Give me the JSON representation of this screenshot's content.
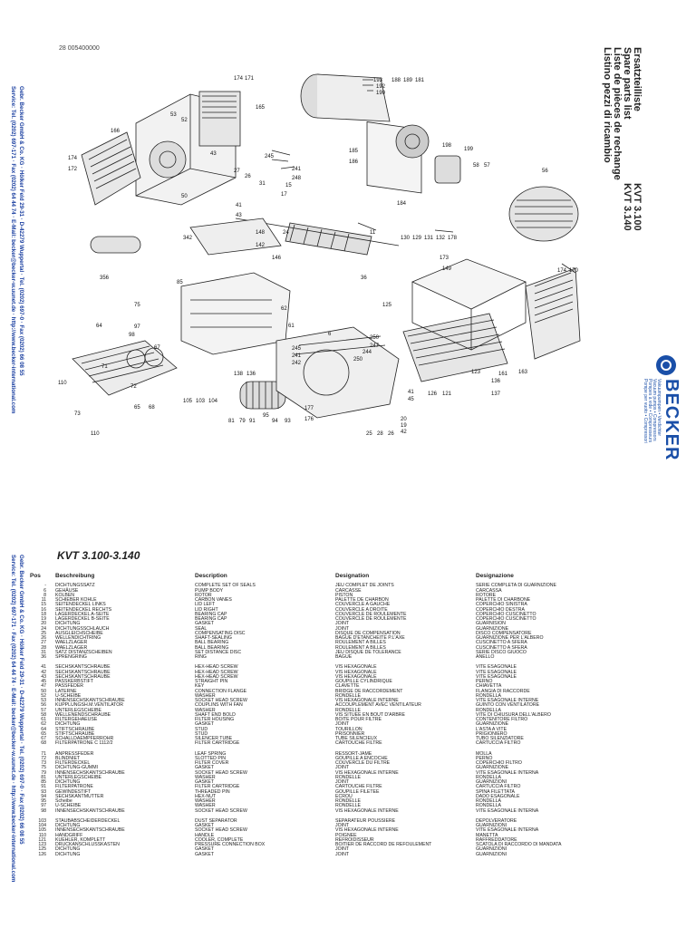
{
  "doc_id": "28 005400000",
  "titles": [
    {
      "lang": "Ersatzteilliste",
      "model": "KVT 3.100"
    },
    {
      "lang": "Spare parts list",
      "model": "KVT 3.140"
    },
    {
      "lang": "Liste de pièces de rechange",
      "model": ""
    },
    {
      "lang": "Listino pezzi di ricambio",
      "model": ""
    }
  ],
  "brand": {
    "name": "BECKER",
    "color": "#1a4fa8",
    "taglines": [
      "Vakuumpumpen • Verdichter",
      "Vacuum pumps • Compressors",
      "Pompes à vide • Compresseurs",
      "Pompe per vuoto • Compressori"
    ]
  },
  "address": {
    "line1": "Gebr. Becker GmbH & Co. KG · Hölker Feld 29-31 · D-42279 Wuppertal · Tel. (0202) 697-0 · Fax (0202) 66 08 55",
    "line2": "Service: Tel. (0202) 697-171 · Fax (0202) 64 44 74 · E-Mail: becker@becker-w.uunet.de · http://www.becker-international.com"
  },
  "drawing_labels": [
    "174",
    "171",
    "165",
    "53",
    "52",
    "166",
    "174",
    "172",
    "50",
    "43",
    "27",
    "26",
    "31",
    "15",
    "17",
    "245",
    "241",
    "248",
    "193",
    "192",
    "190",
    "188",
    "189",
    "181",
    "185",
    "186",
    "198",
    "199",
    "58",
    "57",
    "56",
    "184",
    "41",
    "43",
    "148",
    "142",
    "342",
    "356",
    "146",
    "11",
    "24",
    "130",
    "129",
    "131",
    "132",
    "178",
    "173",
    "149",
    "174",
    "170",
    "75",
    "85",
    "61",
    "62",
    "64",
    "98",
    "97",
    "67",
    "71",
    "72",
    "110",
    "73",
    "110",
    "65",
    "68",
    "105",
    "103",
    "104",
    "138",
    "136",
    "81",
    "79",
    "91",
    "95",
    "94",
    "93",
    "6",
    "250",
    "247",
    "244",
    "250",
    "245",
    "241",
    "242",
    "177",
    "176",
    "41",
    "45",
    "125",
    "126",
    "121",
    "123",
    "161",
    "163",
    "136",
    "137",
    "20",
    "19",
    "42",
    "25",
    "28",
    "26",
    "36"
  ],
  "section_title": "KVT 3.100-3.140",
  "table": {
    "headers": {
      "pos": "Pos",
      "de": "Beschreibung",
      "en": "Description",
      "fr": "Designation",
      "it": "Designazione"
    },
    "groups": [
      [
        [
          "-",
          "DICHTUNGSSATZ",
          "COMPLETE SET OF SEALS",
          "JEU COMPLET DE JOINTS",
          "SERIE COMPLETA DI GUARNIZIONE"
        ],
        [
          "6",
          "GEHÄUSE",
          "PUMP BODY",
          "CARCASSE",
          "CARCASSA"
        ],
        [
          "8",
          "KOLBEN",
          "ROTOR",
          "PISTON",
          "ROTORE"
        ],
        [
          "11",
          "SCHIEBER KOHLE",
          "CARBON VANES",
          "PALETTE DE CHARBON",
          "PALETTE DI CHARBONE"
        ],
        [
          "15",
          "SEITENDECKEL LINKS",
          "LID LEFT",
          "COUVERCLE A GAUCHE",
          "COPERCHIO SINISTRA"
        ],
        [
          "16",
          "SEITENDECKEL RECHTS",
          "LID RIGHT",
          "COUVERCLE A DROITE",
          "COPERCHIO DESTRA"
        ],
        [
          "18",
          "LAGERDECKEL A-SEITE",
          "BEARING CAP",
          "COUVERCLE DE ROULEMENTE",
          "COPERCHIO CUSCINETTO"
        ],
        [
          "19",
          "LAGERDECKEL B-SEITE",
          "BEARING CAP",
          "COUVERCLE DE ROULEMENTE",
          "COPERCHIO CUSCINETTO"
        ],
        [
          "20",
          "DICHTUNG",
          "GASKET",
          "JOINT",
          "GUARNISION"
        ],
        [
          "24",
          "DICHTUNGSSCHLAUCH",
          "SEAL",
          "JOINT",
          "GUARNIZIONE"
        ],
        [
          "25",
          "AUSGLEICHSCHEIBE",
          "COMPENSATING DISC",
          "DISQUE DE COMPENSATION",
          "DISCO COMPENSATORE"
        ],
        [
          "26",
          "WELLENDICHTRING",
          "SHAFT-SEALING",
          "BAGUE D'ETANCHEITE P.L'AXE",
          "GUARNIZIONE PER L'ALBERO"
        ],
        [
          "27",
          "WAELZLAGER",
          "BALL BEARING",
          "ROULEMENT A BILLES",
          "CUSCINETTO A SFERA"
        ],
        [
          "28",
          "WAELZLAGER",
          "BALL BEARING",
          "ROULEMENT A BILLES",
          "CUSCINETTO A SFERA"
        ],
        [
          "31",
          "SATZ DISTANZSCHEIBEN",
          "SET DISTANCE DISC",
          "JEU DISQUE DE TOLERANCE",
          "SERIE DISCO GIUOCO"
        ],
        [
          "36",
          "SPRENGRING",
          "RING",
          "BAGUE",
          "ANELLO"
        ]
      ],
      [
        [
          "41",
          "SECHSKANTSCHRAUBE",
          "HEX-HEAD SCREW",
          "VIS HEXAGONALE",
          "VITE ESAGONALE"
        ],
        [
          "42",
          "SECHSKANTSCHRAUBE",
          "HEX-HEAD SCREW",
          "VIS HEXAGONALE",
          "VITE ESAGONALE"
        ],
        [
          "43",
          "SECHSKANTSCHRAUBE",
          "HEX-HEAD SCREW",
          "VIS HEXAGONALE",
          "VITE ESAGONALE"
        ],
        [
          "45",
          "PASSKERBSTIFT",
          "STRAIGHT PIN",
          "GOUPILLE CYLINDRIQUE",
          "PERNO"
        ],
        [
          "47",
          "PASSFEDER",
          "KEY",
          "CLAVETTE",
          "CHIAVETTA"
        ],
        [
          "50",
          "LATERNE",
          "CONNECTION FLANGE",
          "BRIDGE DE RACCORDEMENT",
          "FLANGIA DI RACCORDE"
        ],
        [
          "52",
          "U-SCHEIBE",
          "WASHER",
          "RONDELLE",
          "RONDELLA"
        ],
        [
          "53",
          "INNENSECHSKANTSCHRAUBE",
          "SOCKET HEAD SCREW",
          "VIS HEXAGONALE INTERNE",
          "VITE ESAGONALE INTERNE"
        ],
        [
          "56",
          "KUPPLUNGSH.M.VENTILATOR",
          "COUPLINS WITH FAN",
          "ACCOUPLEMENT AVEC VENTILATEUR",
          "GUINTO CON VENTILATORE"
        ],
        [
          "57",
          "UNTERLEGSCHEIBE",
          "WASHER",
          "RONDELLE",
          "RONDELLA"
        ],
        [
          "58",
          "WELLENENDSCHRAUBE",
          "SHAFT END BOLD",
          "VIS SITUEE EN BOUT D'ARBRE",
          "VITE DI CHIUSURA DELL'ALBERO"
        ],
        [
          "61",
          "FILTERGEHAEUSE",
          "FILTER HOUSING",
          "BOITE POUR FILTRE",
          "CONTENITORE FILTRO"
        ],
        [
          "62",
          "DICHTUNG",
          "GASKET",
          "JOINT",
          "GUARNIZIONE"
        ],
        [
          "64",
          "STIFTSCHRAUBE",
          "STUD",
          "TOURILLON",
          "L'ASTA A VITE"
        ],
        [
          "65",
          "STIFTSCHRAUBE",
          "STUD",
          "PRISONNIER",
          "PRIGIONIERO"
        ],
        [
          "67",
          "SCHALLDAEMPFERROHR",
          "SILENCER TUBE",
          "TUBE SILENCIEUX",
          "TUBO SILENZIATORE"
        ],
        [
          "68",
          "FILTERPATRONE C 1112/2",
          "FILTER CARTRIDGE",
          "CARTOUCHE FILTRE",
          "CARTUCCIA FILTRO"
        ]
      ],
      [
        [
          "71",
          "ANPRESSFEDER",
          "LEAF SPRING",
          "RESSORT-JAME",
          "MOLLA"
        ],
        [
          "72",
          "BLINDNIET",
          "SLOTTED PIN",
          "GOUPILLE A ENCOCHE",
          "PERNO"
        ],
        [
          "73",
          "FILTERDECKEL",
          "FILTER COVER",
          "COUVERCLE DU FILTRE",
          "COPERCHIO FILTRO"
        ],
        [
          "75",
          "DICHTUNG-GUMMI",
          "GASKET",
          "JOINT",
          "GUARNIZIONE"
        ],
        [
          "79",
          "INNENSECHSKANTSCHRAUBE",
          "SOCKET HEAD SCREW",
          "VIS HEXAGONALE INTERNE",
          "VITE ESAGONALE INTERNA"
        ],
        [
          "81",
          "UNTERLEGSCHEIBE",
          "WASHER",
          "RONDELLE",
          "RONDELLA"
        ],
        [
          "85",
          "DICHTUNG",
          "GASKET",
          "JOINT",
          "GUARNIZIONI"
        ],
        [
          "91",
          "FILTERPATRONE",
          "FILTER CARTRIDGE",
          "CARTOUCHE FILTRE",
          "CARTUCCIA FILTRO"
        ],
        [
          "93",
          "GEWINDESTIFT",
          "THREADED PIN",
          "GOUPILLE FILETEE",
          "SPINA FILETTATA"
        ],
        [
          "94",
          "SECHSKANTMUTTER",
          "HEX-NUT",
          "ECROU",
          "DADO ESAGONALE"
        ],
        [
          "95",
          "Scheibe",
          "WASHER",
          "RONDELLE",
          "RONDELLA"
        ],
        [
          "97",
          "U-SCHEIBE",
          "WASHER",
          "RONDELLE",
          "RONDELLA"
        ],
        [
          "98",
          "INNENSECHSKANTSCHRAUBE",
          "SOCKET HEAD SCREW",
          "VIS HEXAGONALE INTERNE",
          "VITE ESAGONALE INTERNA"
        ]
      ],
      [
        [
          "103",
          "STAUBABSCHEIDERDECKEL",
          "DUST SEPARATOR",
          "SEPARATEUR POUSSIERE",
          "DEPOLVERATORE"
        ],
        [
          "104",
          "DICHTUNG",
          "GASKET",
          "JOINT",
          "GUARNIZIONI"
        ],
        [
          "105",
          "INNENSECHSKANTSCHRAUBE",
          "SOCKET HEAD SCREW",
          "VIS HEXAGONALE INTERNE",
          "VITE ESAGONALE INTERNA"
        ],
        [
          "110",
          "HANDGRIFF",
          "HANDLE",
          "POIGNEE",
          "MANETTA"
        ],
        [
          "121",
          "KUEHLER, KOMPLETT",
          "COOLER, COMPLETE",
          "REFROIDISSEUR",
          "RAFFREDDATORE"
        ],
        [
          "123",
          "DRUCKANSCHLUSSKASTEN",
          "PRESSURE CONNECTION BOX",
          "BOITIER DE RACCORD DE REFOULEMENT",
          "SCATOLA DI RACCORDO DI MANDATA"
        ],
        [
          "125",
          "DICHTUNG",
          "GASKET",
          "JOINT",
          "GUARNIZIONI"
        ],
        [
          "126",
          "DICHTUNG",
          "GASKET",
          "JOINT",
          "GUARNIZIONI"
        ]
      ]
    ]
  }
}
